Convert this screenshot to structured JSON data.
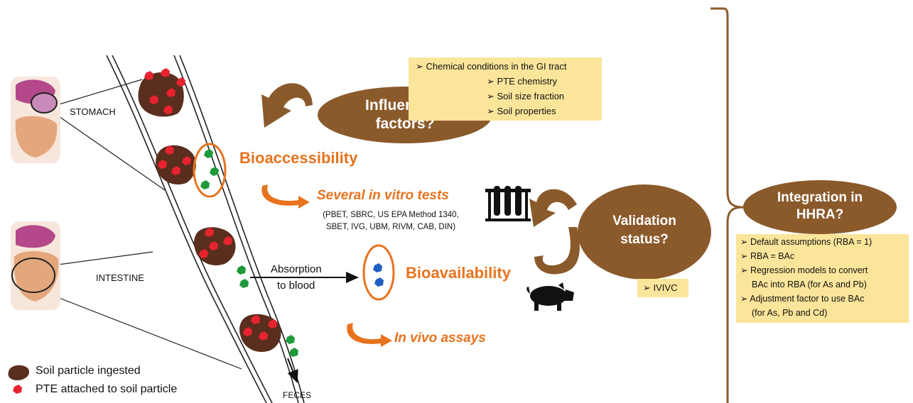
{
  "organs": {
    "stomach": "STOMACH",
    "intestine": "INTESTINE"
  },
  "stages": {
    "bioaccessibility": "Bioaccessibility",
    "bioavailability": "Bioavailability",
    "absorption_line1": "Absorption",
    "absorption_line2": "to blood",
    "feces": "FECES"
  },
  "methods": {
    "in_vitro": "Several in vitro tests",
    "in_vitro_list_1": "(PBET, SBRC, US EPA Method 1340,",
    "in_vitro_list_2": "SBET, IVG, UBM, RIVM, CAB, DIN)",
    "in_vivo": "In vivo assays"
  },
  "ovals": {
    "influencing_1": "Influencing",
    "influencing_2": "factors?",
    "validation_1": "Validation",
    "validation_2": "status?",
    "integration_1": "Integration in",
    "integration_2": "HHRA?"
  },
  "factors": [
    "Chemical conditions in the GI tract",
    "PTE chemistry",
    "Soil size fraction",
    "Soil properties"
  ],
  "validation_note": "IVIVC",
  "integration_notes": [
    "Default assumptions (RBA = 1)",
    "RBA = BAc",
    "Regression models to convert",
    "BAc into RBA (for As and Pb)",
    "Adjustment factor to use BAc",
    "(for As, Pb and Cd)"
  ],
  "legend": {
    "soil": "Soil particle ingested",
    "pte": "PTE attached to soil particle"
  },
  "colors": {
    "brown": "#8b5a2b",
    "orange": "#e8731e",
    "note_yellow": "#fbe59a",
    "soil_particle": "#5a2e1e",
    "pte_red": "#e8232f",
    "released_green": "#1f9a3a",
    "absorbed_blue": "#1f5fbf"
  }
}
